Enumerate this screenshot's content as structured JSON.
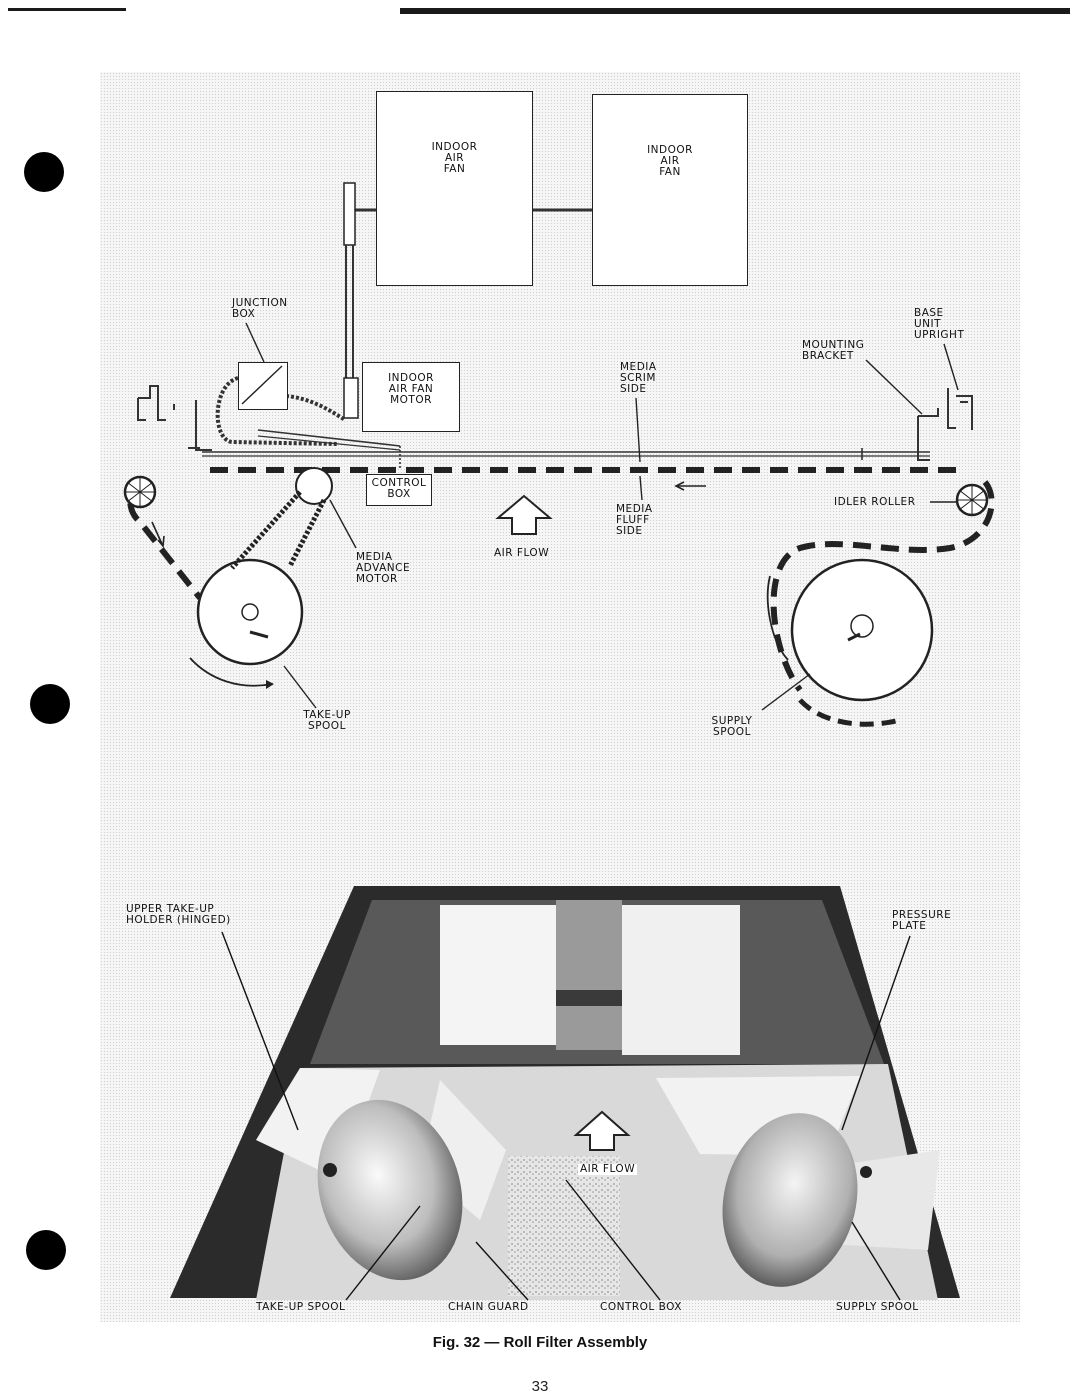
{
  "diagram": {
    "fans": [
      "INDOOR\nAIR\nFAN",
      "INDOOR\nAIR\nFAN"
    ],
    "motor": "INDOOR\nAIR FAN\nMOTOR",
    "junction_box": "JUNCTION\nBOX",
    "control_box": "CONTROL\nBOX",
    "media_scrim_side": "MEDIA\nSCRIM\nSIDE",
    "media_fluff_side": "MEDIA\nFLUFF\nSIDE",
    "media_advance_motor": "MEDIA\nADVANCE\nMOTOR",
    "air_flow": "AIR FLOW",
    "mounting_bracket": "MOUNTING\nBRACKET",
    "base_unit_upright": "BASE\nUNIT\nUPRIGHT",
    "idler_roller": "IDLER ROLLER",
    "take_up_spool": "TAKE-UP\nSPOOL",
    "supply_spool": "SUPPLY\nSPOOL"
  },
  "photo": {
    "upper_take_up_holder": "UPPER TAKE-UP\nHOLDER (HINGED)",
    "pressure_plate": "PRESSURE\nPLATE",
    "air_flow": "AIR FLOW",
    "take_up_spool": "TAKE-UP SPOOL",
    "chain_guard": "CHAIN GUARD",
    "control_box": "CONTROL BOX",
    "supply_spool": "SUPPLY SPOOL"
  },
  "caption": "Fig. 32 — Roll Filter Assembly",
  "page_number": "33"
}
